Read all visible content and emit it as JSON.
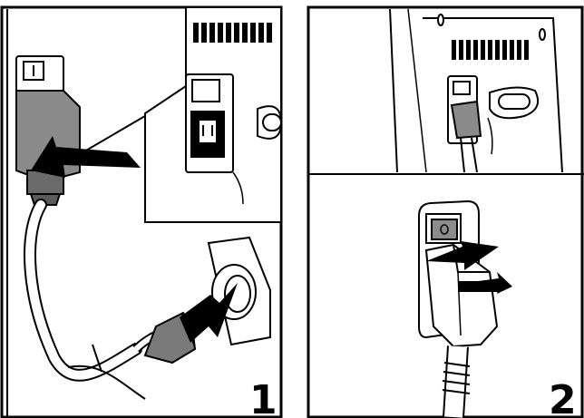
{
  "panels": [
    {
      "id": "panel-1",
      "number": "1"
    },
    {
      "id": "panel-2",
      "number": "2"
    }
  ],
  "colors": {
    "line": "#000000",
    "plug_body": "#7a7a7a",
    "plug_dark": "#5a5a5a",
    "switch_gray": "#8c8c8c",
    "arrow": "#000000",
    "background": "#ffffff"
  },
  "icons": [
    "arrow-icon",
    "power-cord-icon",
    "wall-plug-icon",
    "power-switch-icon",
    "iec-socket-icon"
  ]
}
